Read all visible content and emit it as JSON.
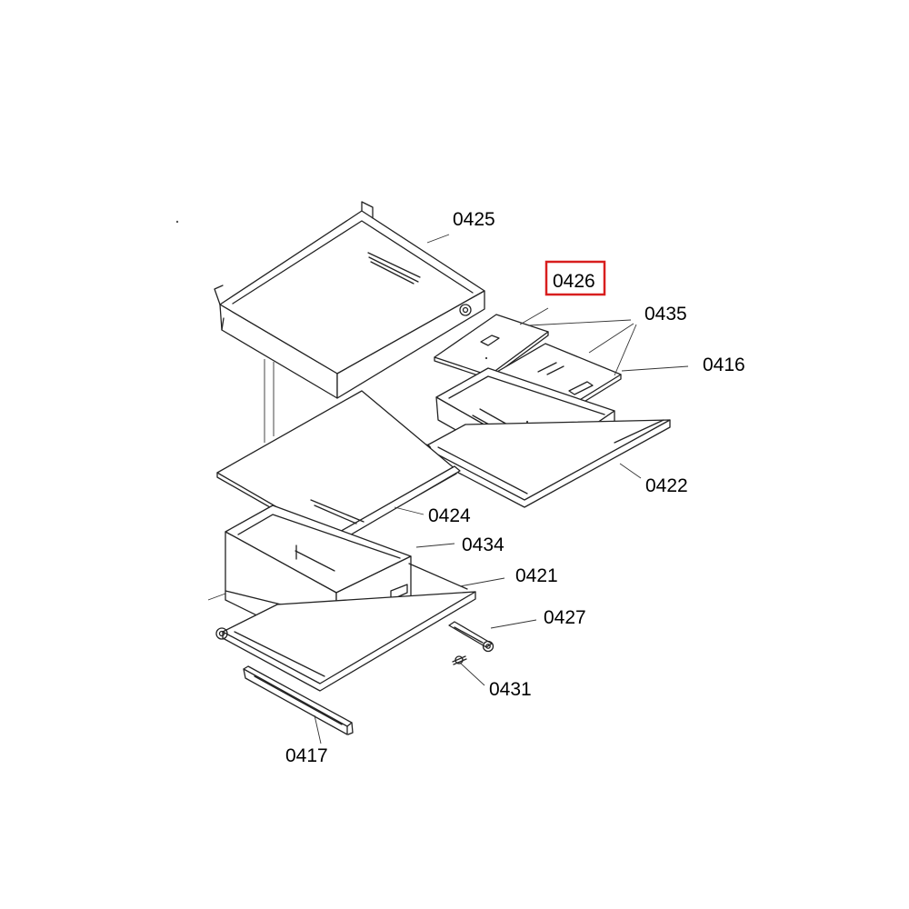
{
  "labels": {
    "p0425": "0425",
    "p0426": "0426",
    "p0435": "0435",
    "p0416": "0416",
    "p0422": "0422",
    "p0424": "0424",
    "p0434": "0434",
    "p0421": "0421",
    "p0427": "0427",
    "p0431": "0431",
    "p0417": "0417"
  },
  "highlighted_part": "0426",
  "colors": {
    "highlight": "#d81e1e",
    "line": "#222222",
    "background": "#ffffff"
  }
}
